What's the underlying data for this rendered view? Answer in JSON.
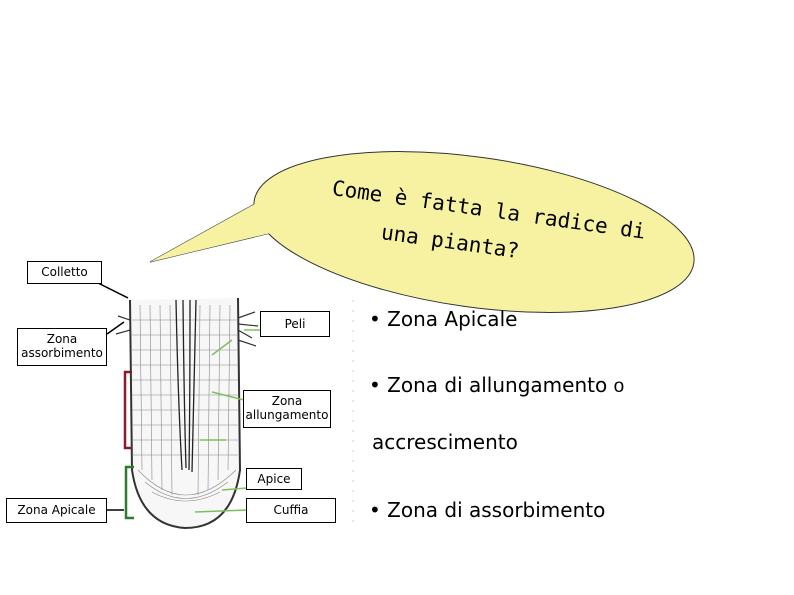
{
  "speech_bubble": {
    "line1": "Come è fatta la radice di",
    "line2": "una pianta?",
    "fill_color": "#f6f2a2"
  },
  "labels": {
    "colletto": "Colletto",
    "zona_assorbimento": "Zona assorbimento",
    "peli": "Peli",
    "zona_allungamento": "Zona allungamento",
    "apice": "Apice",
    "zona_apicale": "Zona Apicale",
    "cuffia": "Cuffia"
  },
  "bullets": {
    "zona_apicale": "• Zona Apicale",
    "zona_allungamento": "• Zona di allungamento",
    "zona_allungamento_suffix": "o",
    "accrescimento": "accrescimento",
    "zona_assorbimento": "• Zona di assorbimento"
  },
  "colors": {
    "bracket_red": "#8b1a2a",
    "bracket_green": "#2f7a2f",
    "arrow_green": "#7fbf5f"
  }
}
